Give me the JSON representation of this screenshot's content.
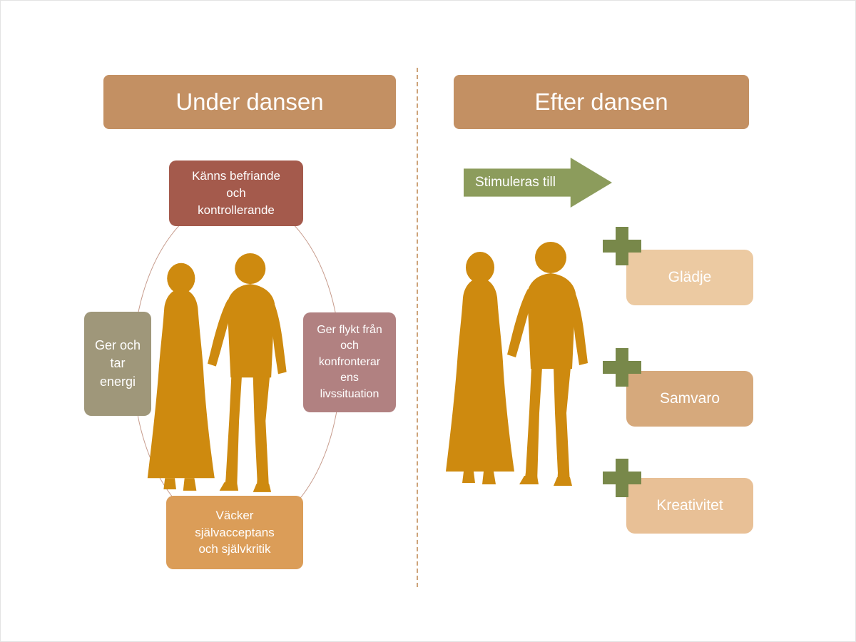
{
  "left_panel": {
    "title": "Under dansen",
    "boxes": {
      "top": "Känns befriande och kontrollerande",
      "left": "Ger och tar energi",
      "right": "Ger flykt från och konfronterar ens livssituation",
      "bottom": "Väcker självacceptans och självkritik"
    }
  },
  "right_panel": {
    "title": "Efter dansen",
    "arrow_label": "Stimuleras till",
    "items": [
      {
        "label": "Glädje"
      },
      {
        "label": "Samvaro"
      },
      {
        "label": "Kreativitet"
      }
    ]
  },
  "colors": {
    "header_tan": "#c39063",
    "box_dark_red": "#a45a4c",
    "box_olive": "#9f977a",
    "box_rose": "#b18181",
    "box_orange": "#db9d58",
    "item_gladje": "#eccaa2",
    "item_samvaro": "#d6a97c",
    "item_kreativitet": "#e8c096",
    "arrow_green": "#8c9c5c",
    "plus_green": "#78884a",
    "silhouette_orange": "#ce8a0f",
    "ellipse_border": "#c79c8d",
    "divider": "#cda379",
    "text_white": "#ffffff"
  }
}
